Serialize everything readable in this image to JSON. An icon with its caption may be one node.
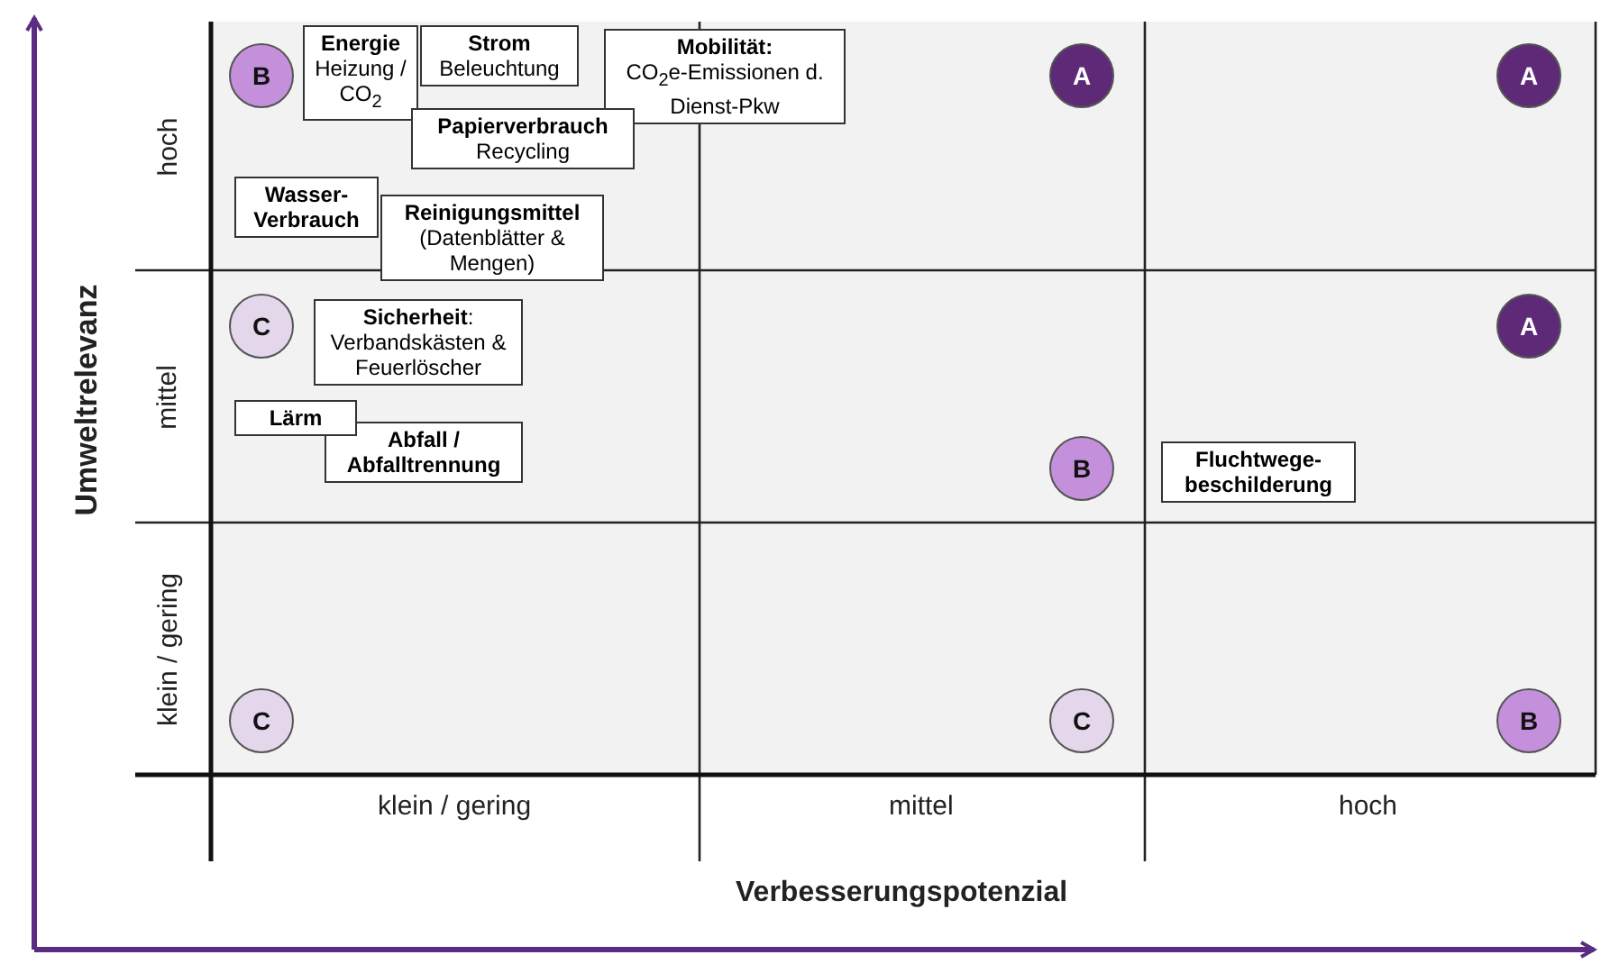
{
  "diagram": {
    "nodes": [
      {
        "text": [
          "B"
        ]
      },
      {
        "text": [
          "Energie",
          "Heizung / CO$_{2}$"
        ]
      },
      {
        "text": [
          "Strom",
          "Beleuchtung"
        ]
      },
      {
        "text": [
          "Mobilität:",
          "CO$_{2}$e-Emissionen d. Dienst-Pkw"
        ]
      },
      {
        "text": [
          "A"
        ]
      },
      {
        "text": [
          "A"
        ]
      },
      {
        "text": [
          "Papierverbrauch",
          "Recycling"
        ]
      },
      {
        "text": [
          "Wasser-Verbrauch"
        ]
      },
      {
        "text": [
          "Reinigungsmittel",
          "(Datenblätter & Mengen)"
        ]
      },
      {
        "text": [
          "C"
        ]
      },
      {
        "text": [
          "**Sicherheit**:",
          "Verbandskästen & Feuerlöscher"
        ]
      },
      {
        "text": [
          "A"
        ]
      },
      {
        "text": [
          "Lärm"
        ]
      },
      {
        "text": [
          "Abfall / Abfalltrennung"
        ]
      },
      {
        "text": [
          "B"
        ]
      },
      {
        "text": [
          "Fluchtwege-beschilderung"
        ]
      },
      {
        "text": [
          "C"
        ]
      },
      {
        "text": [
          "C"
        ]
      },
      {
        "text": [
          "B"
        ]
      }
    ],
    "edges": [],
    "labels": [
      "Umweltrelevanz",
      "hoch",
      "mittel",
      "klein / gering",
      "klein / gering",
      "mittel",
      "hoch",
      "Verbesserungspotenzial"
    ]
  }
}
